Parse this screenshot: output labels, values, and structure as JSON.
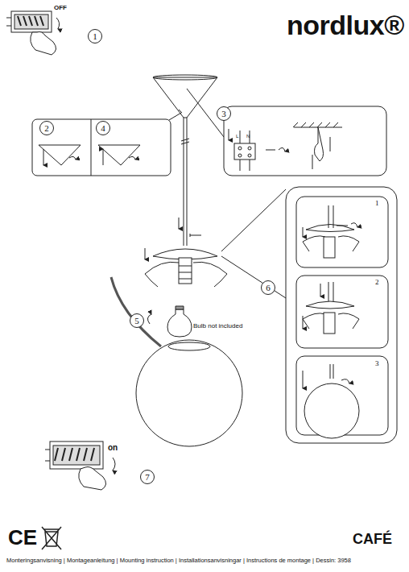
{
  "diagram": {
    "nodes": [
      {
        "text": [
          "1"
        ]
      },
      {
        "text": [
          "2"
        ]
      },
      {
        "text": [
          "4"
        ]
      },
      {
        "text": [
          "3"
        ]
      },
      {
        "text": [
          "5"
        ]
      },
      {
        "text": [
          "6"
        ]
      },
      {
        "text": [
          "7"
        ]
      }
    ],
    "edges": [],
    "labels": [
      "nordlux®",
      "OFF",
      "L",
      "N",
      "Bulb not included",
      "1",
      "2",
      "3",
      "on",
      "CE",
      "CAFÉ",
      "Monteringsanvisning | Montageanleitung | Mounting instruction | Installationsanvisningar | Instructions de montage | Dessin: 3958"
    ]
  }
}
